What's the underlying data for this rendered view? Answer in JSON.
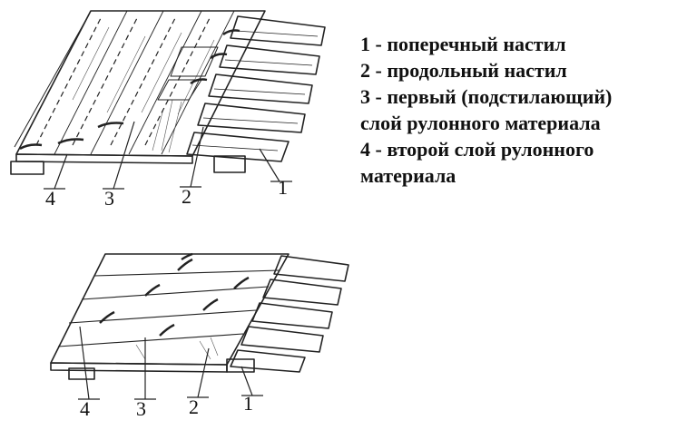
{
  "diagram": {
    "legend": [
      "1 - поперечный настил",
      "2 - продольный настил",
      "3 - первый (подстилающий)",
      "слой рулонного материала",
      "4 - второй слой рулонного",
      "материала"
    ],
    "top_callouts": [
      "4",
      "3",
      "2",
      "1"
    ],
    "bottom_callouts": [
      "4",
      "3",
      "2",
      "1"
    ]
  }
}
